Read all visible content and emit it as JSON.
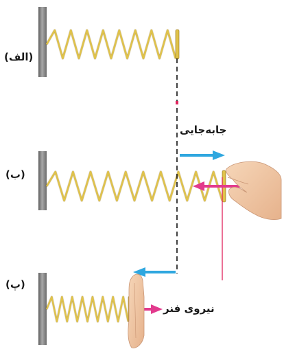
{
  "labels": {
    "panel_a": "(الف)",
    "panel_b": "(ب)",
    "panel_c": "(پ)",
    "displacement": "جابه‌جایی",
    "spring_force": "نیروی فنر"
  },
  "colors": {
    "spring": "#e0c34a",
    "spring_edge": "#8a6a1f",
    "wall": "#8c8c8c",
    "displacement_arrow": "#2fa7df",
    "force_arrow": "#e23a8d",
    "guide_line": "#e0245e",
    "dashed_line": "#111111",
    "hand": "#f1c9a5"
  },
  "icons": {
    "wall": "wall-icon",
    "hand_pull": "hand-pinch-icon",
    "hand_push": "hand-push-icon"
  }
}
